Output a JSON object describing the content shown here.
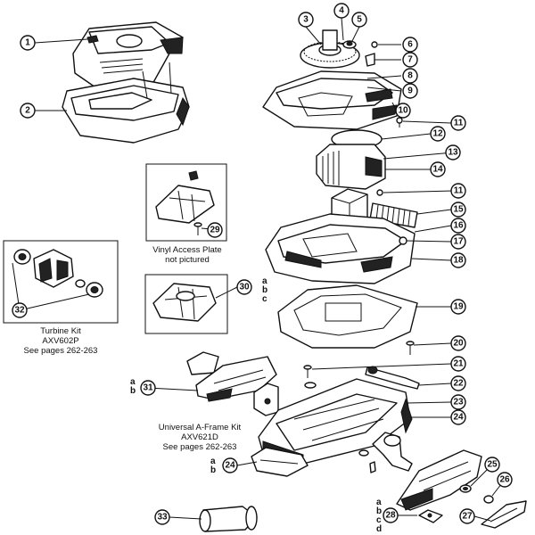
{
  "callouts": [
    {
      "n": "1"
    },
    {
      "n": "2"
    },
    {
      "n": "3"
    },
    {
      "n": "4"
    },
    {
      "n": "5"
    },
    {
      "n": "6"
    },
    {
      "n": "7"
    },
    {
      "n": "8"
    },
    {
      "n": "9"
    },
    {
      "n": "10"
    },
    {
      "n": "11"
    },
    {
      "n": "12"
    },
    {
      "n": "13"
    },
    {
      "n": "14"
    },
    {
      "n": "11"
    },
    {
      "n": "15"
    },
    {
      "n": "16"
    },
    {
      "n": "17"
    },
    {
      "n": "18"
    },
    {
      "n": "29"
    },
    {
      "n": "30"
    },
    {
      "n": "32"
    },
    {
      "n": "19"
    },
    {
      "n": "20"
    },
    {
      "n": "21"
    },
    {
      "n": "22"
    },
    {
      "n": "31"
    },
    {
      "n": "23"
    },
    {
      "n": "24"
    },
    {
      "n": "24"
    },
    {
      "n": "25"
    },
    {
      "n": "26"
    },
    {
      "n": "33"
    },
    {
      "n": "28"
    },
    {
      "n": "27"
    }
  ],
  "variants": {
    "item30": [
      "a",
      "b",
      "c"
    ],
    "item31": [
      "a",
      "b"
    ],
    "item24": [
      "a",
      "b"
    ],
    "item28": [
      "a",
      "b",
      "c",
      "d"
    ]
  },
  "captions": {
    "vinyl_line1": "Vinyl Access Plate",
    "vinyl_line2": "not pictured",
    "turbine_line1": "Turbine Kit",
    "turbine_line2": "AXV602P",
    "turbine_line3": "See pages 262-263",
    "aframe_line1": "Universal A-Frame Kit",
    "aframe_line2": "AXV621D",
    "aframe_line3": "See pages 262-263"
  }
}
